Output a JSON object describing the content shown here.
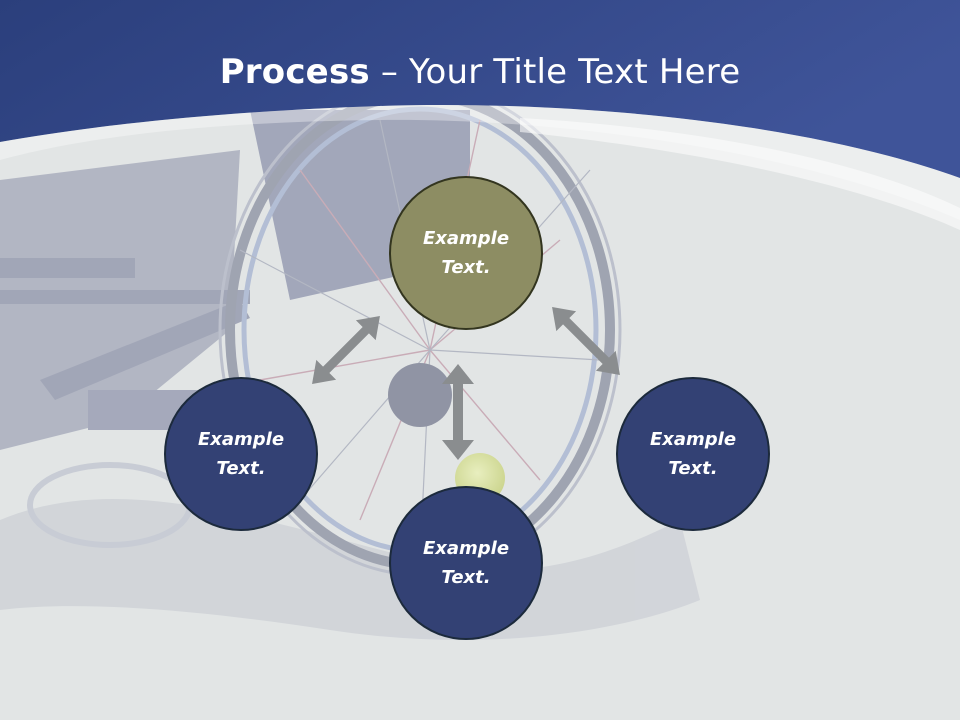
{
  "slide": {
    "title_bold": "Process",
    "title_rest": " – Your Title Text Here"
  },
  "colors": {
    "header_blue": "#2f4485",
    "circle_blue": "#334174",
    "circle_olive": "#8d8d63",
    "arrow_gray": "#8a8d8f"
  },
  "diagram": {
    "nodes": [
      {
        "id": "top",
        "line1": "Example",
        "line2": "Text."
      },
      {
        "id": "left",
        "line1": "Example",
        "line2": "Text."
      },
      {
        "id": "right",
        "line1": "Example",
        "line2": "Text."
      },
      {
        "id": "bottom",
        "line1": "Example",
        "line2": "Text."
      }
    ]
  }
}
